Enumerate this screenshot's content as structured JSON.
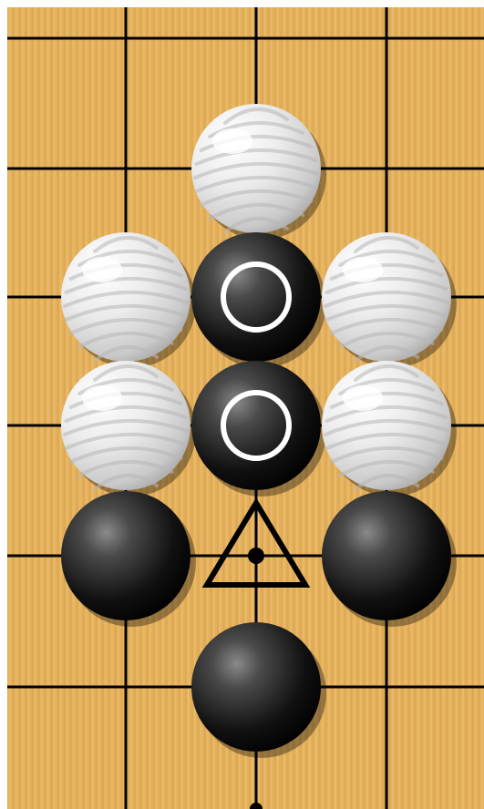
{
  "board": {
    "colors": {
      "wood": "#e6b35f",
      "wood_grain_dark": "#cf9a46",
      "wood_grain_light": "#f0c678",
      "line": "#000000",
      "black_stone": "#000000",
      "white_stone": "#f2f2f2",
      "marker_on_black": "#ffffff",
      "marker_on_empty": "#000000"
    },
    "stones": [
      {
        "id": "w-top",
        "color": "white",
        "col": 2,
        "row": 1
      },
      {
        "id": "w-left-1",
        "color": "white",
        "col": 1,
        "row": 2
      },
      {
        "id": "b-center-1",
        "color": "black",
        "col": 2,
        "row": 2,
        "marker": "circle"
      },
      {
        "id": "w-right-1",
        "color": "white",
        "col": 3,
        "row": 2
      },
      {
        "id": "w-left-2",
        "color": "white",
        "col": 1,
        "row": 3
      },
      {
        "id": "b-center-2",
        "color": "black",
        "col": 2,
        "row": 3,
        "marker": "circle"
      },
      {
        "id": "w-right-2",
        "color": "white",
        "col": 3,
        "row": 3
      },
      {
        "id": "b-left-3",
        "color": "black",
        "col": 1,
        "row": 4
      },
      {
        "id": "b-right-3",
        "color": "black",
        "col": 3,
        "row": 4
      },
      {
        "id": "b-bottom",
        "color": "black",
        "col": 2,
        "row": 5
      }
    ],
    "empty_markers": [
      {
        "id": "triangle-point",
        "col": 2,
        "row": 4,
        "marker": "triangle"
      }
    ],
    "star_points": [
      {
        "col": 2,
        "row": 4
      }
    ]
  }
}
